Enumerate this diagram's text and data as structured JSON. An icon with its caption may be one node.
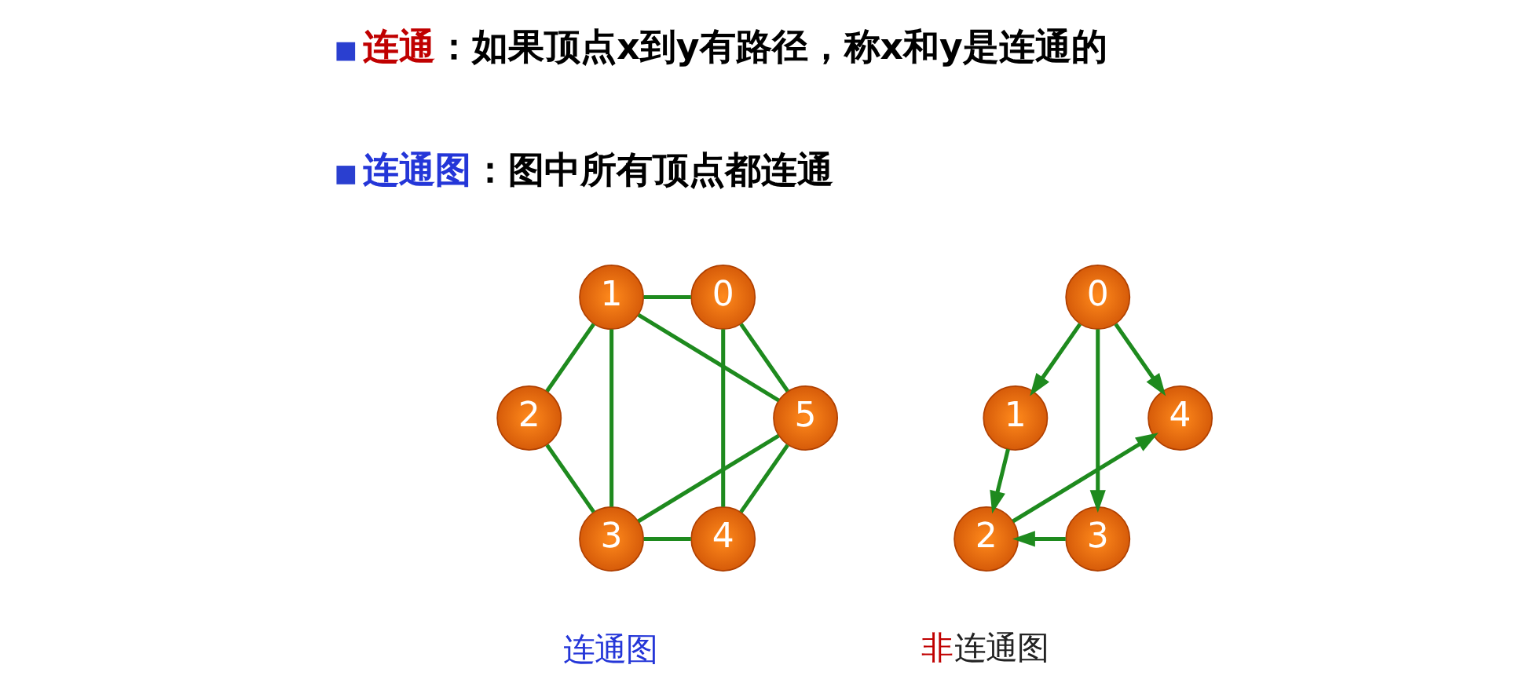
{
  "diagram": {
    "nodes": [
      {
        "text": [
          "1"
        ]
      },
      {
        "text": [
          "0"
        ]
      },
      {
        "text": [
          "2"
        ]
      },
      {
        "text": [
          "5"
        ]
      },
      {
        "text": [
          "3"
        ]
      },
      {
        "text": [
          "4"
        ]
      },
      {
        "text": [
          "0"
        ]
      },
      {
        "text": [
          "1"
        ]
      },
      {
        "text": [
          "4"
        ]
      },
      {
        "text": [
          "2"
        ]
      },
      {
        "text": [
          "3"
        ]
      }
    ],
    "edges": [
      {
        "from": 0,
        "to": 1,
        "arrow": "none"
      },
      {
        "from": 0,
        "to": 2,
        "arrow": "none"
      },
      {
        "from": 0,
        "to": 4,
        "arrow": "none"
      },
      {
        "from": 0,
        "to": 3,
        "arrow": "none"
      },
      {
        "from": 1,
        "to": 3,
        "arrow": "none"
      },
      {
        "from": 1,
        "to": 5,
        "arrow": "none"
      },
      {
        "from": 2,
        "to": 4,
        "arrow": "none"
      },
      {
        "from": 4,
        "to": 5,
        "arrow": "none"
      },
      {
        "from": 3,
        "to": 4,
        "arrow": "none"
      },
      {
        "from": 3,
        "to": 5,
        "arrow": "none"
      },
      {
        "from": 6,
        "to": 7,
        "arrow": "to"
      },
      {
        "from": 6,
        "to": 8,
        "arrow": "to"
      },
      {
        "from": 6,
        "to": 10,
        "arrow": "to"
      },
      {
        "from": 7,
        "to": 9,
        "arrow": "to"
      },
      {
        "from": 9,
        "to": 8,
        "arrow": "to"
      },
      {
        "from": 10,
        "to": 9,
        "arrow": "to"
      }
    ],
    "labels": [
      "连通：如果顶点x到y有路径，称x和y是连通的",
      "连通图：图中所有顶点都连通",
      "连通图",
      "非连通图"
    ]
  }
}
